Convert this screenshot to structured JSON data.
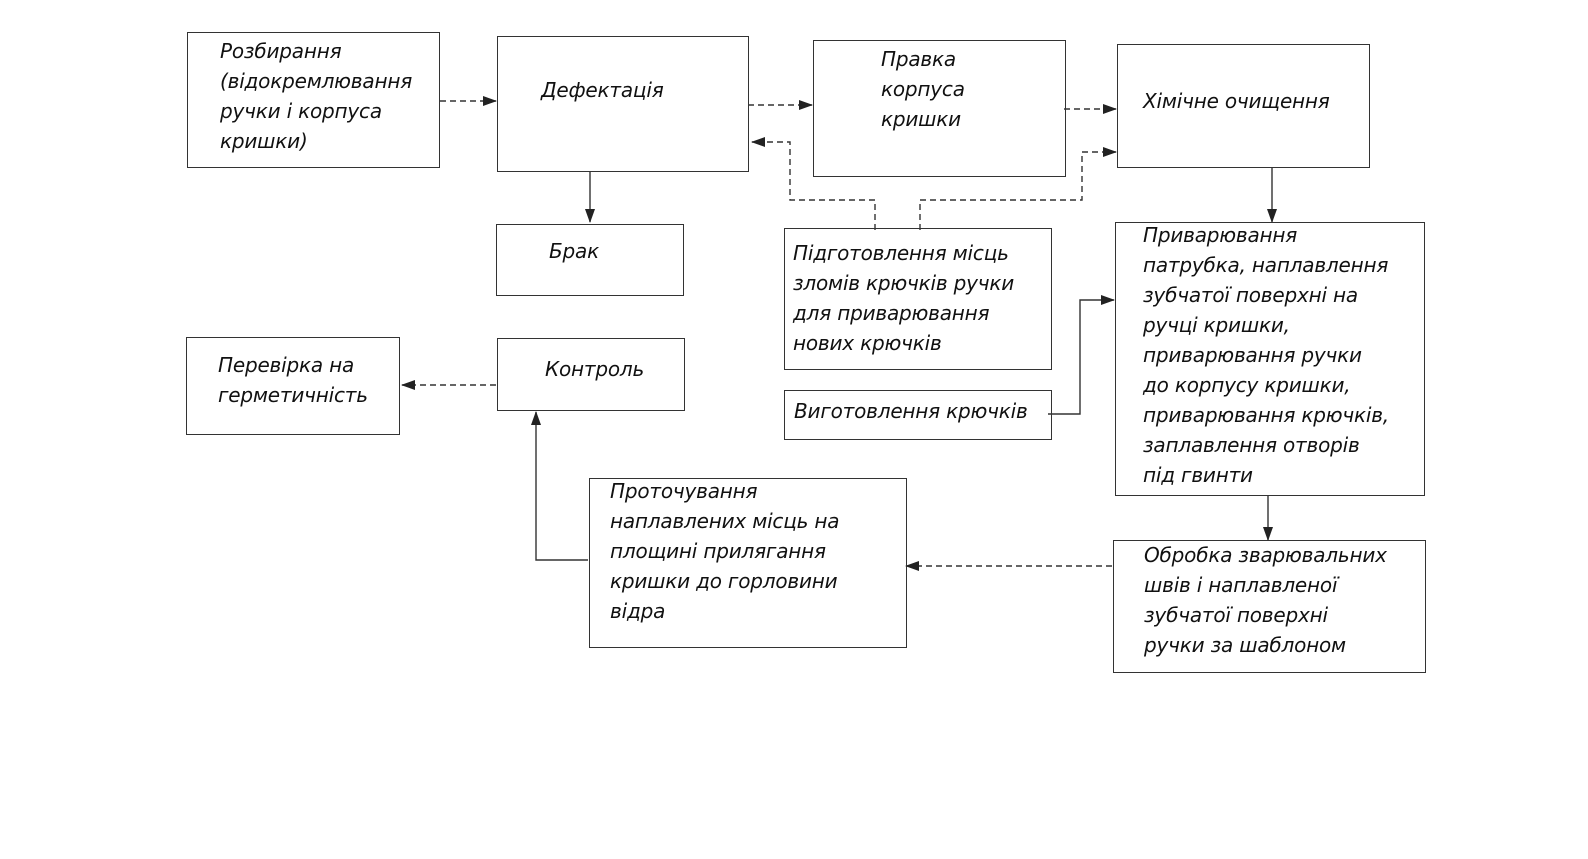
{
  "diagram": {
    "nodes": {
      "disassembly": "Розбирання\n(відокремлювання\nручки і корпуса\nкришки)",
      "defectation": "Дефектація",
      "straightening": "Правка\nкорпуса\nкришки",
      "chemical_cleaning": "Хімічне очищення",
      "reject": "Брак",
      "prep_hook_sites": "Підготовлення місць\nзломів крючків ручки\nдля приварювання\nнових крючків",
      "welding": "Приварювання\nпатрубка, наплавлення\nзубчатої поверхні на\nручці кришки,\nприварювання ручки\nдо корпусу кришки,\nприварювання крючків,\nзаплавлення отворів\nпід гвинти",
      "hook_manufacturing": "Виготовлення крючків",
      "leak_test": "Перевірка на\nгерметичність",
      "control": "Контроль",
      "turning": "Проточування\nнаплавлених місць на\nплощині прилягання\nкришки до горловини\nвідра",
      "seam_processing": "Обробка зварювальних\nшвів і наплавленої\nзубчатої поверхні\nручки за шаблоном"
    }
  }
}
